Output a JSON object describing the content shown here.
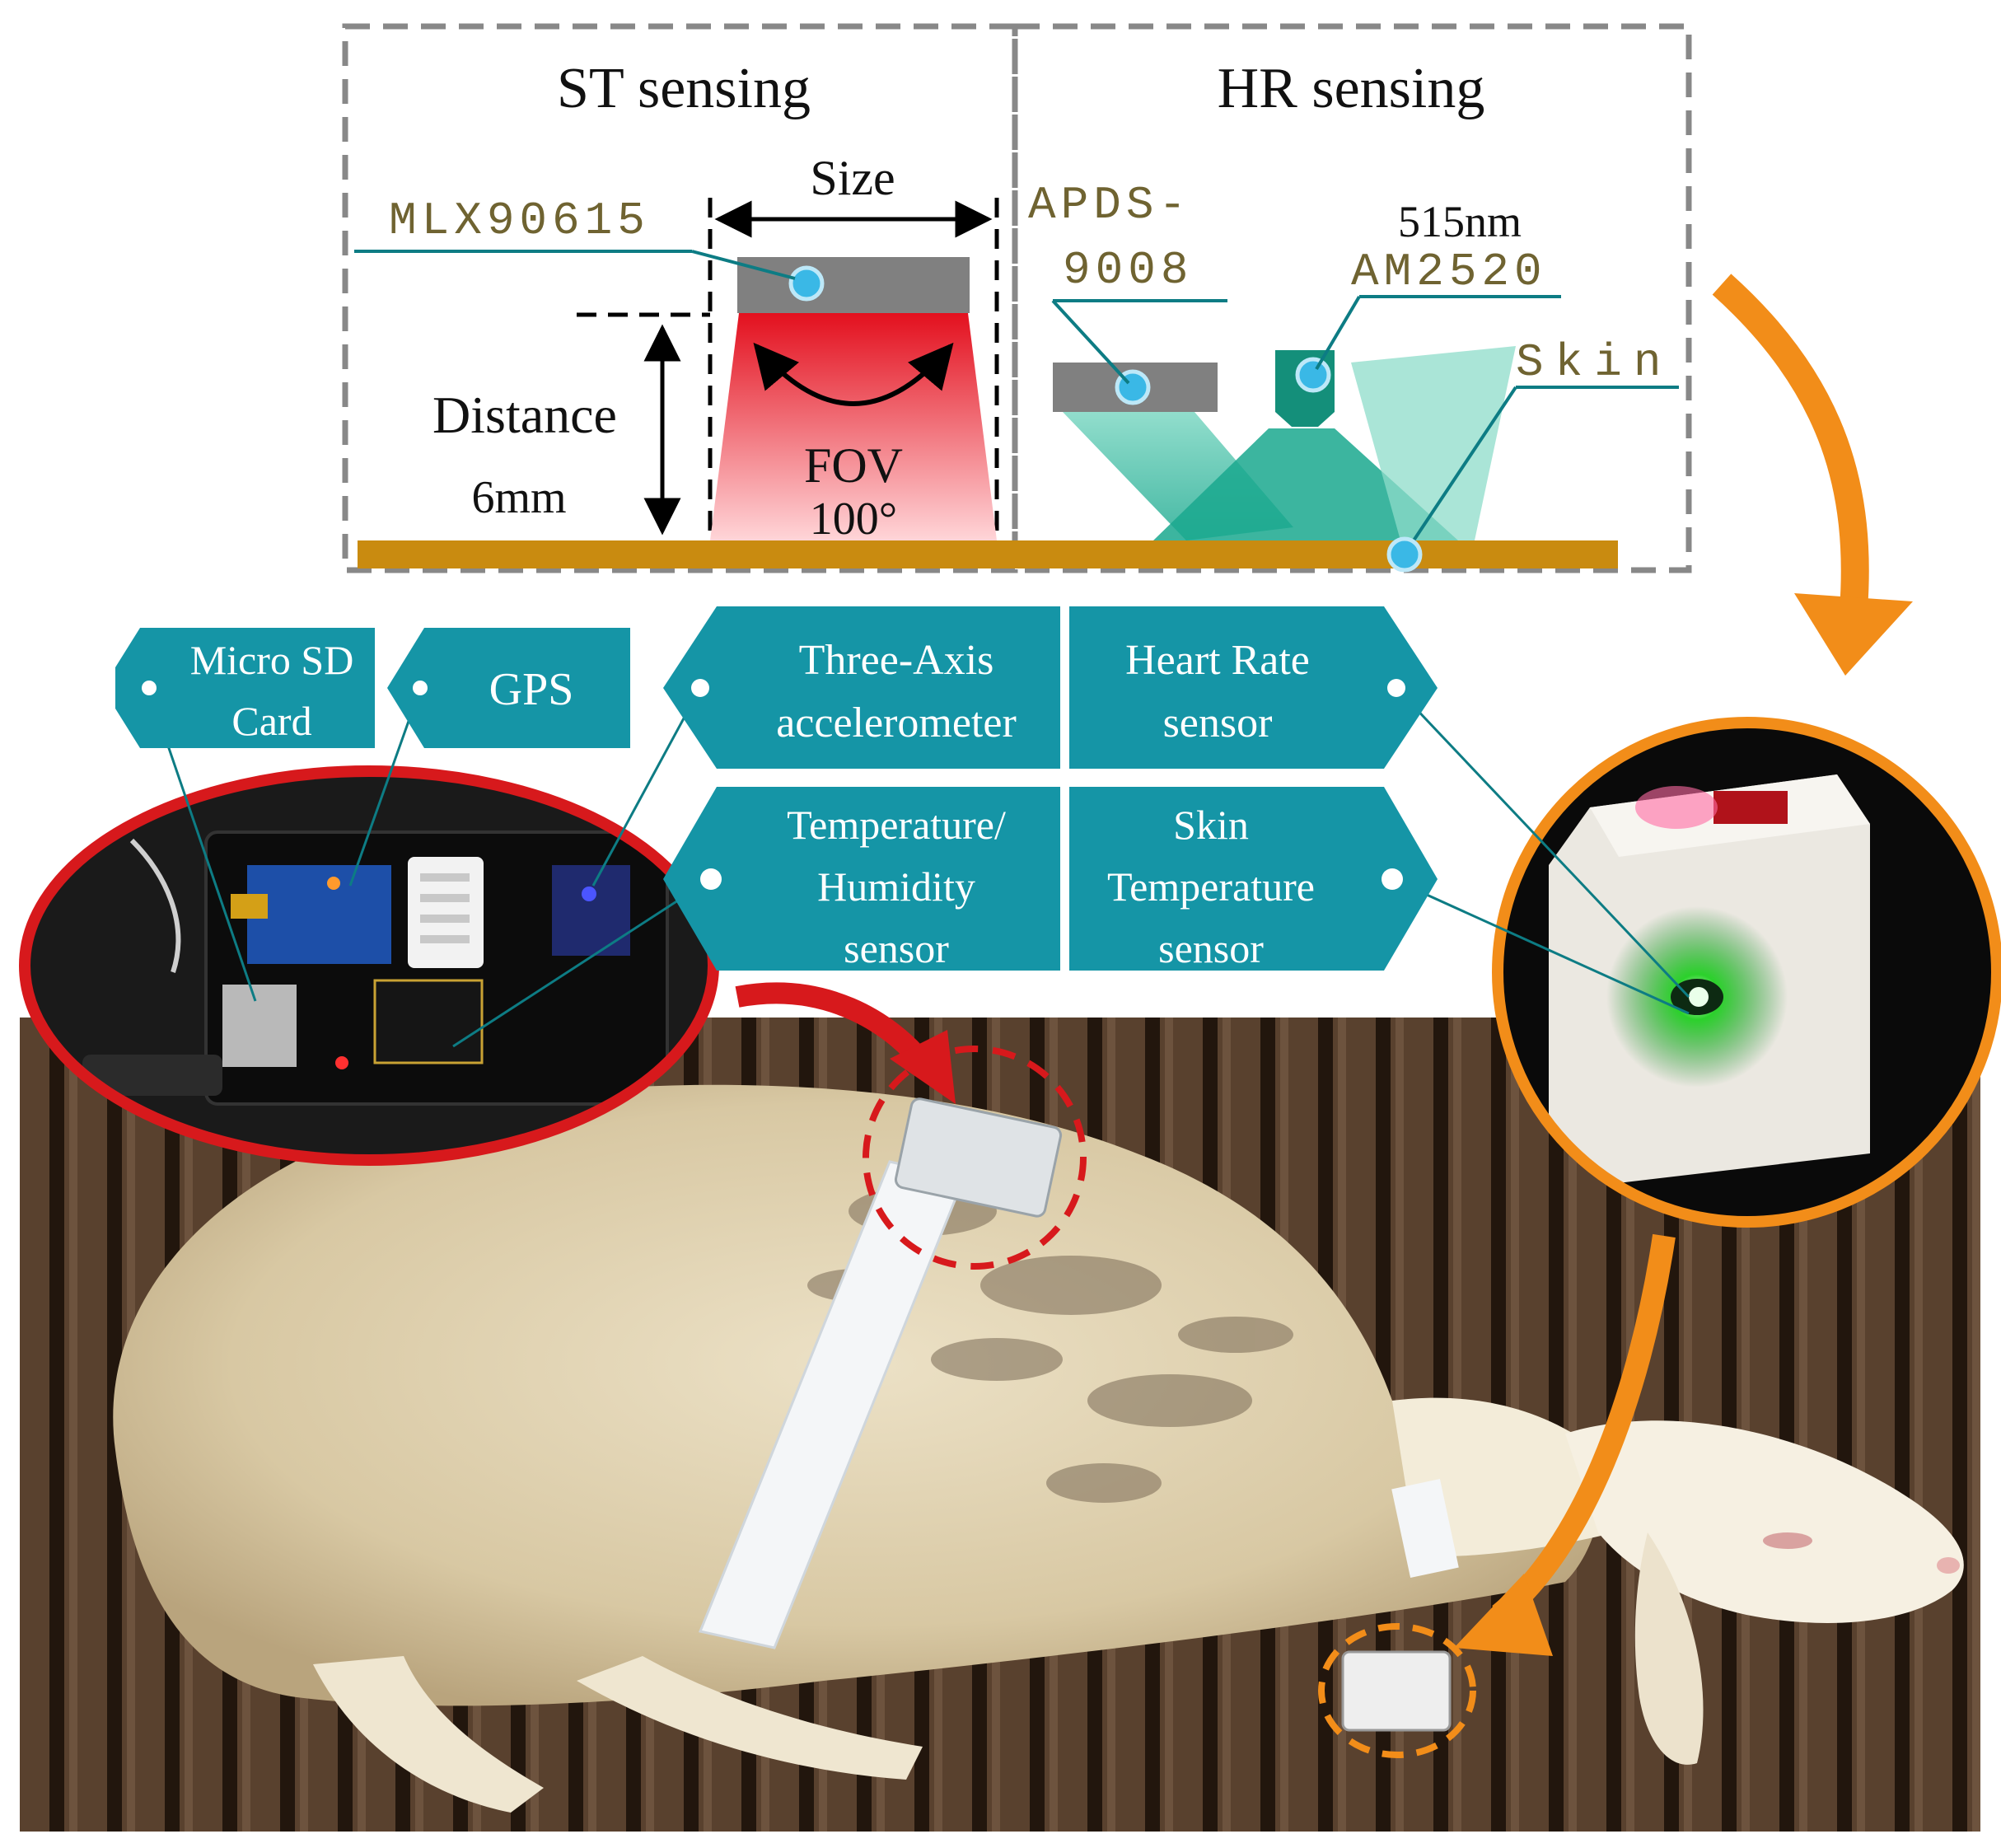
{
  "colors": {
    "tag_fill": "#1595a6",
    "tag_text": "#ffffff",
    "leader_line": "#0d7c84",
    "skin": "#c98b10",
    "ir_red": "#e8121f",
    "led_green": "#1fae8c",
    "orange_arrow": "#f28d19",
    "red_arrow": "#d7191c",
    "sensor_dot": "#3ab8e6",
    "part_label": "#6f6331"
  },
  "schematic": {
    "st_title": "ST sensing",
    "hr_title": "HR sensing",
    "size_label": "Size",
    "mlx_label": "MLX90615",
    "distance_label": "Distance",
    "distance_value": "6mm",
    "fov_label": "FOV",
    "fov_value": "100°",
    "apds_line1": "APDS-",
    "apds_line2": "9008",
    "wavelength": "515nm",
    "led_label": "AM2520",
    "skin_label": "Skin"
  },
  "tags": {
    "micro_sd": [
      "Micro SD",
      "Card"
    ],
    "gps": "GPS",
    "accel": [
      "Three-Axis",
      "accelerometer"
    ],
    "heart_rate": [
      "Heart Rate",
      "sensor"
    ],
    "temp_hum": [
      "Temperature/",
      "Humidity",
      "sensor"
    ],
    "skin_temp": [
      "Skin",
      "Temperature",
      "sensor"
    ]
  },
  "icons": {
    "arrows": [
      "curved-orange-arrow-icon",
      "curved-red-arrow-icon"
    ],
    "markers": [
      "sensor-dot-icon",
      "double-arrow-icon"
    ]
  }
}
